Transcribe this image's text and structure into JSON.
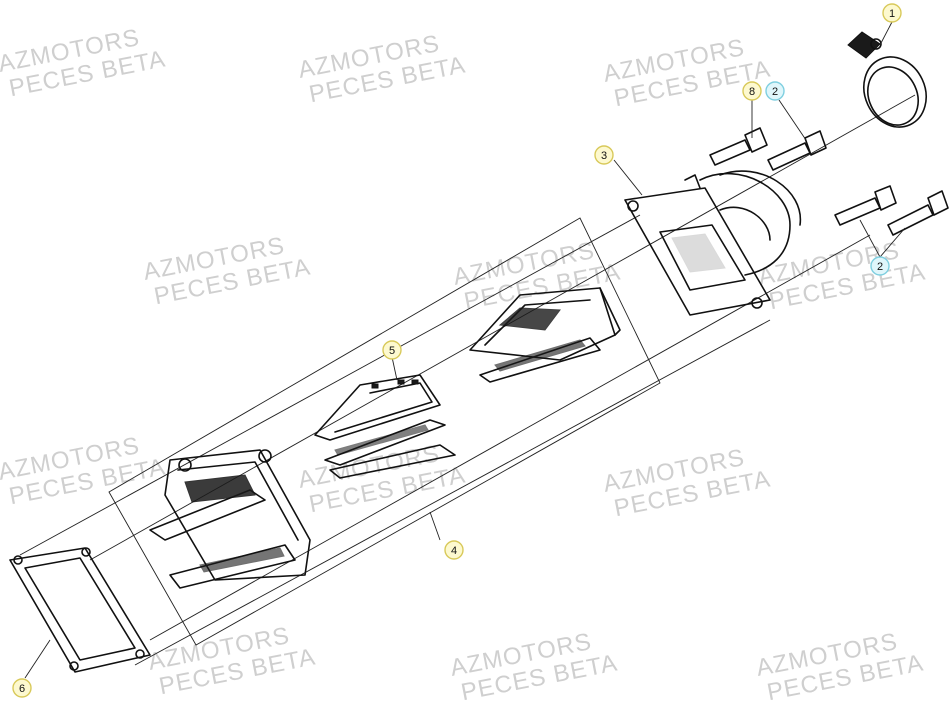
{
  "watermark": {
    "line1": "AZMOTORS",
    "line2": "PECES BETA",
    "color": "#cfcfcf"
  },
  "callouts": [
    {
      "id": "c1",
      "label": "1",
      "fill": "#fdf9cf",
      "stroke": "#d8c95a"
    },
    {
      "id": "c2a",
      "label": "2",
      "fill": "#dff6fb",
      "stroke": "#7fcfe0"
    },
    {
      "id": "c2b",
      "label": "2",
      "fill": "#dff6fb",
      "stroke": "#7fcfe0"
    },
    {
      "id": "c3",
      "label": "3",
      "fill": "#fdf9cf",
      "stroke": "#d8c95a"
    },
    {
      "id": "c4",
      "label": "4",
      "fill": "#fdf9cf",
      "stroke": "#d8c95a"
    },
    {
      "id": "c5",
      "label": "5",
      "fill": "#fdf9cf",
      "stroke": "#d8c95a"
    },
    {
      "id": "c6",
      "label": "6",
      "fill": "#fdf9cf",
      "stroke": "#d8c95a"
    },
    {
      "id": "c8",
      "label": "8",
      "fill": "#fdf9cf",
      "stroke": "#d8c95a"
    }
  ]
}
